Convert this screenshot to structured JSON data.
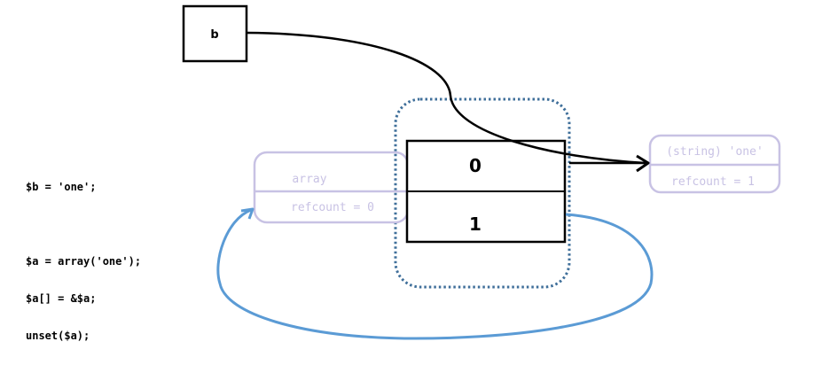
{
  "code_lines": [
    "$b = 'one';",
    "",
    "$a = array('one');",
    "$a[] = &$a;",
    "unset($a);"
  ],
  "variable_b": {
    "label": "b"
  },
  "array_zval": {
    "type_label": "array",
    "refcount_label": "refcount = 0"
  },
  "hashtable": {
    "slots": [
      "0",
      "1"
    ]
  },
  "string_zval": {
    "type_label": "(string) 'one'",
    "refcount_label": "refcount = 1"
  },
  "colors": {
    "zval_border": "#c8c2e4",
    "dotted_border": "#3f6f9a",
    "self_ref_arrow": "#5b9bd5",
    "pointer": "#000000"
  }
}
